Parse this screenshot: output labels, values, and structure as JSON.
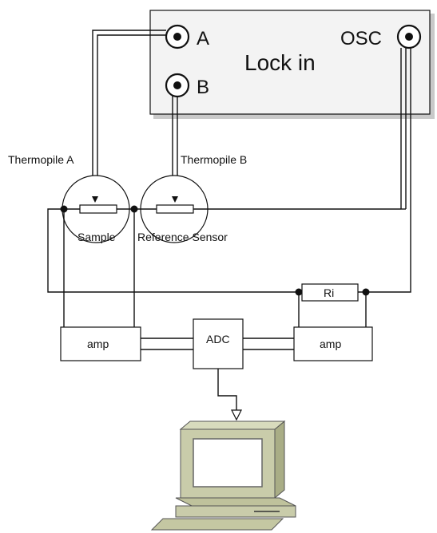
{
  "lockin": {
    "title": "Lock in",
    "port_a_label": "A",
    "port_b_label": "B",
    "osc_label": "OSC"
  },
  "thermopile_a": {
    "label": "Thermopile A",
    "element_label": "Sample"
  },
  "thermopile_b": {
    "label": "Thermopile B",
    "element_label": "Reference Sensor"
  },
  "resistor": {
    "label": "Ri"
  },
  "amp_left": {
    "label": "amp"
  },
  "amp_right": {
    "label": "amp"
  },
  "adc": {
    "label": "ADC"
  },
  "colors": {
    "lockin_fill": "#f3f3f3",
    "lockin_shadow": "#c9c9c9",
    "computer_body": "#c9ccaa",
    "computer_dark": "#a9ad86",
    "screen": "#ffffff"
  }
}
